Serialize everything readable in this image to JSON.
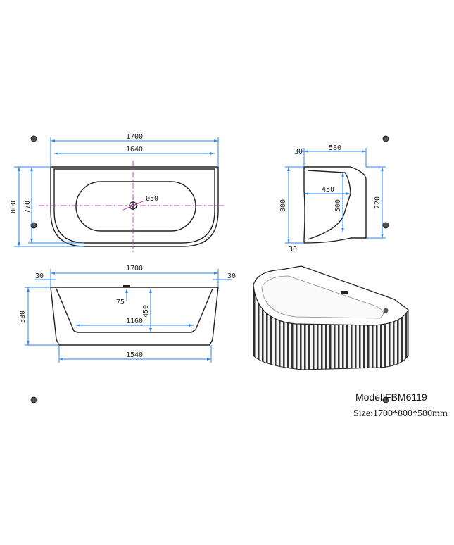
{
  "top_view": {
    "length": "1700",
    "inner_length": "1640",
    "width": "800",
    "inner_width": "770",
    "drain": "Ø50"
  },
  "side_view": {
    "rim": "30",
    "depth_top": "580",
    "inner_depth": "450",
    "width": "800",
    "inner_height": "500",
    "height": "720",
    "base": "30"
  },
  "front_view": {
    "left_rim": "30",
    "length": "1700",
    "right_rim": "30",
    "overflow": "75",
    "inner_height": "450",
    "height": "580",
    "bottom_length": "1160",
    "base_length": "1540"
  },
  "product": {
    "model": "Model:FBM6119",
    "size": "Size:1700*800*580mm"
  },
  "colors": {
    "dimension": "#2a86f0",
    "centerline": "#c03cc0",
    "outline": "#222222"
  }
}
